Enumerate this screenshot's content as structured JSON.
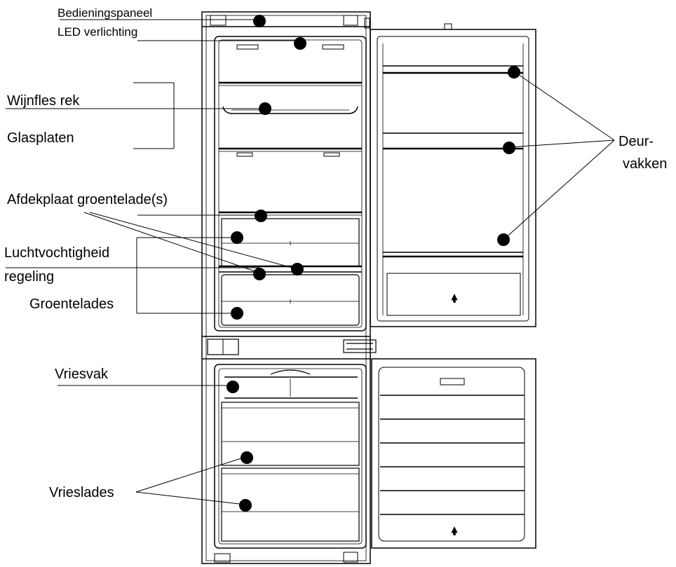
{
  "labels": {
    "control_panel": "Bedieningspaneel",
    "led_lighting": "LED verlichting",
    "wine_rack": "Wijnfles rek",
    "glass_shelves": "Glasplaten",
    "crisper_cover": "Afdekplaat groentelade(s)",
    "humidity_1": "Luchtvochtigheid",
    "humidity_2": "regeling",
    "crisper_drawers": "Groentelades",
    "freezer_compartment": "Vriesvak",
    "freezer_drawers": "Vrieslades",
    "door_bins_1": "Deur-",
    "door_bins_2": "vakken"
  },
  "colors": {
    "line": "#000000",
    "background": "#ffffff"
  }
}
